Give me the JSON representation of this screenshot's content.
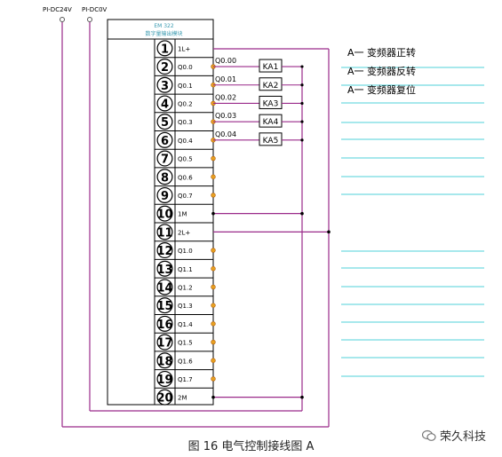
{
  "power_labels": [
    "PI-DC24V",
    "PI-DC0V"
  ],
  "module_header": [
    "EM 322",
    "数字量输出模块"
  ],
  "terminals": [
    {
      "num": "1",
      "label": "1L+"
    },
    {
      "num": "2",
      "label": "Q0.0"
    },
    {
      "num": "3",
      "label": "Q0.1"
    },
    {
      "num": "4",
      "label": "Q0.2"
    },
    {
      "num": "5",
      "label": "Q0.3"
    },
    {
      "num": "6",
      "label": "Q0.4"
    },
    {
      "num": "7",
      "label": "Q0.5"
    },
    {
      "num": "8",
      "label": "Q0.6"
    },
    {
      "num": "9",
      "label": "Q0.7"
    },
    {
      "num": "10",
      "label": "1M"
    },
    {
      "num": "11",
      "label": "2L+"
    },
    {
      "num": "12",
      "label": "Q1.0"
    },
    {
      "num": "13",
      "label": "Q1.1"
    },
    {
      "num": "14",
      "label": "Q1.2"
    },
    {
      "num": "15",
      "label": "Q1.3"
    },
    {
      "num": "16",
      "label": "Q1.4"
    },
    {
      "num": "17",
      "label": "Q1.5"
    },
    {
      "num": "18",
      "label": "Q1.6"
    },
    {
      "num": "19",
      "label": "Q1.7"
    },
    {
      "num": "20",
      "label": "2M"
    }
  ],
  "output_wires": [
    "Q0.00",
    "Q0.01",
    "Q0.02",
    "Q0.03",
    "Q0.04"
  ],
  "relays": [
    "KA1",
    "KA2",
    "KA3",
    "KA4",
    "KA5"
  ],
  "descriptions": [
    "A一 变频器正转",
    "A一 变频器反转",
    "A一 变频器复位"
  ],
  "caption": "图 16    电气控制接线图    A",
  "brand": "荣久科技",
  "colors": {
    "wire": "#9a2a8a",
    "cyan": "#4fd0d8",
    "dot": "#e8a020",
    "header_text": "#3a9ab0",
    "line": "#000000"
  }
}
